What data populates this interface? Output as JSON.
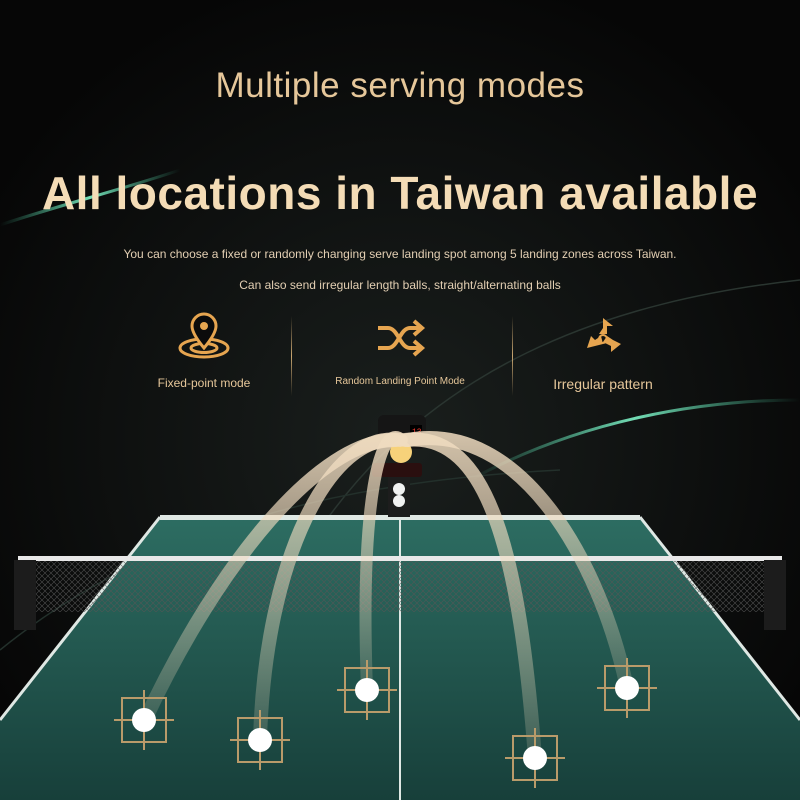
{
  "heading": {
    "subtitle": "Multiple serving modes",
    "title": "All locations in Taiwan available"
  },
  "description": {
    "line1": "You can choose a fixed or randomly changing serve landing spot among 5 landing zones across Taiwan.",
    "line2": "Can also send irregular length balls, straight/alternating balls"
  },
  "modes": [
    {
      "icon": "location-pin-icon",
      "label": "Fixed-point mode"
    },
    {
      "icon": "shuffle-icon",
      "label": "Random Landing Point Mode"
    },
    {
      "icon": "spin-arrows-icon",
      "label": "Irregular pattern"
    }
  ],
  "machine": {
    "display": "13"
  },
  "colors": {
    "background": "#0b0b0b",
    "accent_gold": "#e6c79a",
    "table_green": "#1f5a52",
    "ball": "#ffffff"
  }
}
